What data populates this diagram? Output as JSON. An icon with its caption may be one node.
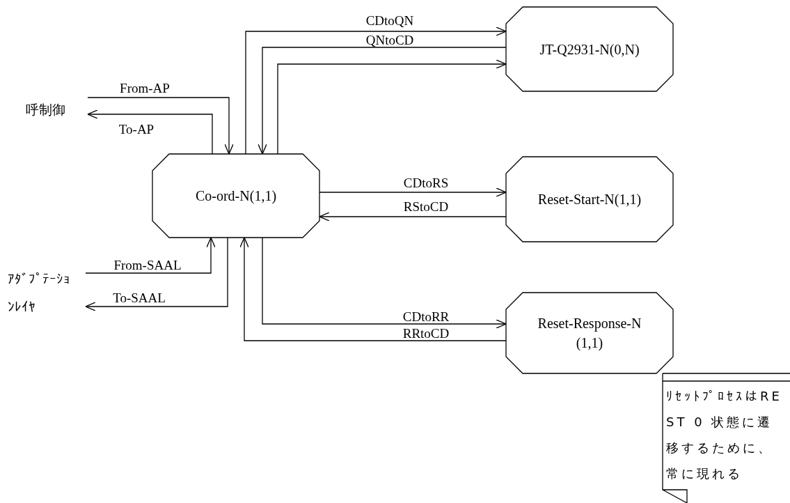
{
  "diagram": {
    "nodes": [
      {
        "text": [
          "呼制御"
        ]
      },
      {
        "text": [
          "Co-ord-N(1,1)"
        ]
      },
      {
        "text": [
          "JT-Q2931-N(0,N)"
        ]
      },
      {
        "text": [
          "Reset-Start-N(1,1)"
        ]
      },
      {
        "text": [
          "Reset-Response-N (1,1)"
        ]
      },
      {
        "text": [
          "ｱﾀﾞﾌﾟﾃｰｼｮﾝﾚｲﾔ"
        ]
      },
      {
        "text": [
          "ﾘｾｯﾄﾌﾟﾛｾｽはREST 0 状態に遷移するために、常に現れる"
        ]
      }
    ],
    "edges": [
      {
        "from": 0,
        "to": 1,
        "arrow": "to",
        "label": "From-AP"
      },
      {
        "from": 1,
        "to": 0,
        "arrow": "to",
        "label": "To-AP"
      },
      {
        "from": 1,
        "to": 2,
        "arrow": "to",
        "label": "CDtoQN"
      },
      {
        "from": 2,
        "to": 1,
        "arrow": "to",
        "label": "QNtoCD"
      },
      {
        "from": 1,
        "to": 2,
        "arrow": "to"
      },
      {
        "from": 1,
        "to": 3,
        "arrow": "to",
        "label": "CDtoRS"
      },
      {
        "from": 3,
        "to": 1,
        "arrow": "to",
        "label": "RStoCD"
      },
      {
        "from": 5,
        "to": 1,
        "arrow": "to",
        "label": "From-SAAL"
      },
      {
        "from": 1,
        "to": 5,
        "arrow": "to",
        "label": "To-SAAL"
      },
      {
        "from": 1,
        "to": 4,
        "arrow": "to",
        "label": "CDtoRR"
      },
      {
        "from": 4,
        "to": 1,
        "arrow": "to",
        "label": "RRtoCD"
      }
    ]
  }
}
